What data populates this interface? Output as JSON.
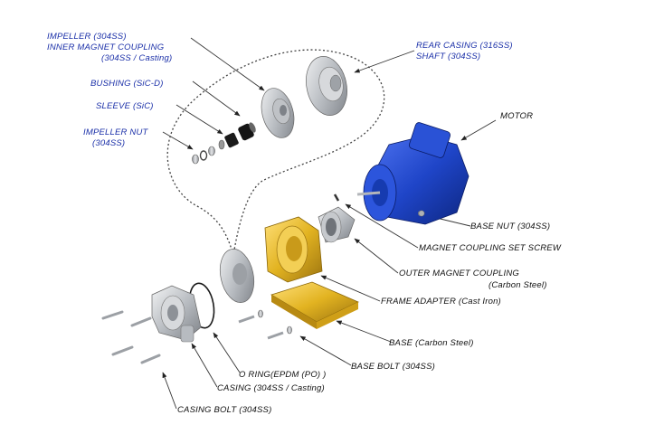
{
  "colors": {
    "label_blue": "#1a2fa8",
    "label_black": "#111111",
    "motor_blue": "#1f45c8",
    "frame_gold": "#e2b321",
    "steel": "#c9ccd0"
  },
  "labels": {
    "impeller": "IMPELLER (304SS)",
    "inner_magnet_1": "INNER MAGNET COUPLING",
    "inner_magnet_2": "(304SS / Casting)",
    "bushing": "BUSHING (SiC-D)",
    "sleeve": "SLEEVE (SiC)",
    "impeller_nut_1": "IMPELLER NUT",
    "impeller_nut_2": "(304SS)",
    "rear_casing": "REAR CASING (316SS)",
    "shaft": "SHAFT (304SS)",
    "motor": "MOTOR",
    "base_nut": "BASE NUT (304SS)",
    "set_screw": "MAGNET COUPLING SET SCREW",
    "outer_magnet_1": "OUTER MAGNET COUPLING",
    "outer_magnet_2": "(Carbon Steel)",
    "frame_adapter": "FRAME ADAPTER (Cast Iron)",
    "base": "BASE (Carbon Steel)",
    "base_bolt": "BASE BOLT (304SS)",
    "o_ring": "O RING(EPDM (PO) )",
    "casing": "CASING (304SS / Casting)",
    "casing_bolt": "CASING BOLT (304SS)"
  }
}
